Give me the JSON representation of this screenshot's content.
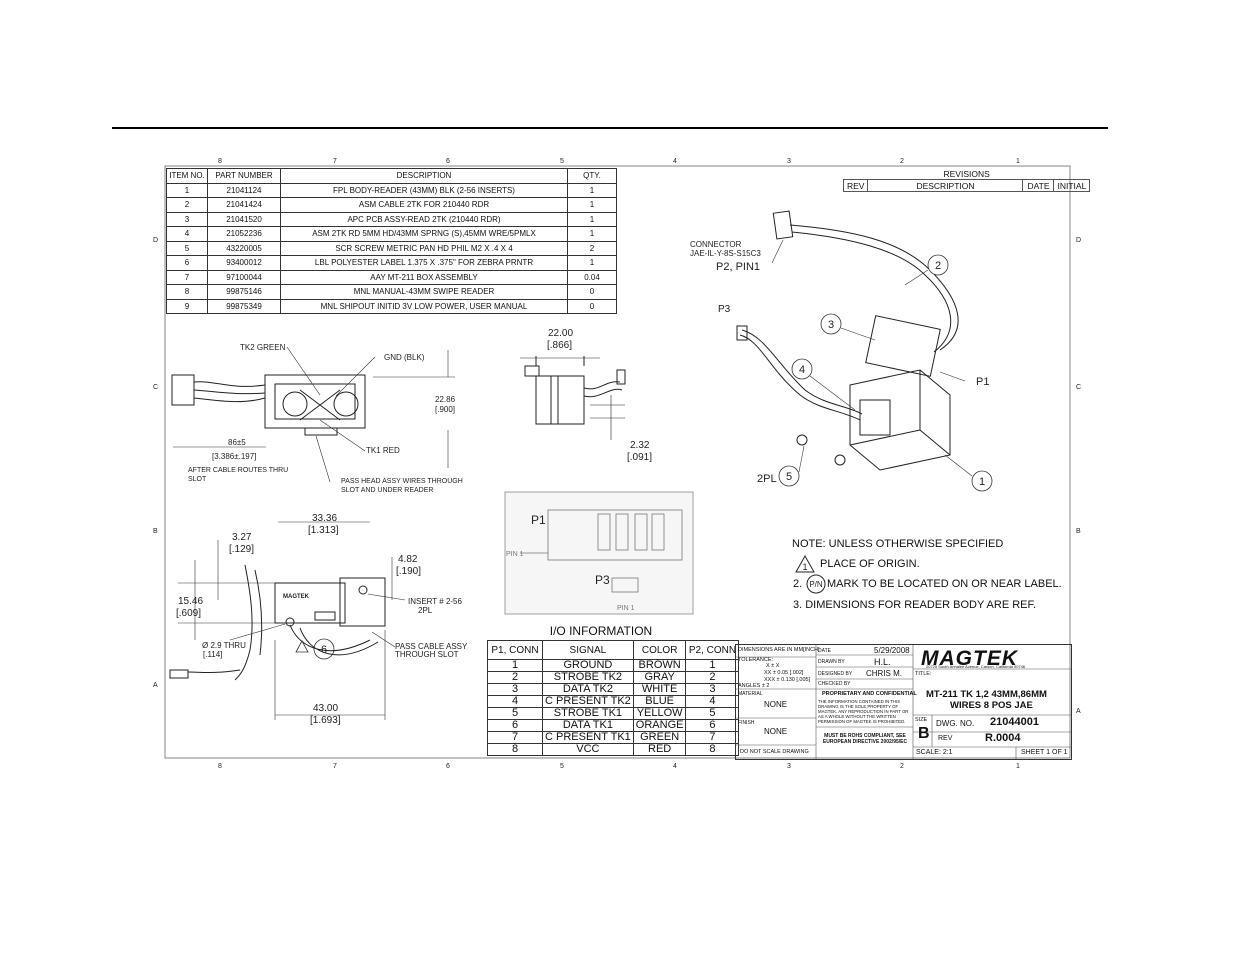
{
  "border": {
    "top_zones": [
      "8",
      "7",
      "6",
      "5",
      "4",
      "3",
      "2",
      "1"
    ],
    "bottom_zones": [
      "8",
      "7",
      "6",
      "5",
      "4",
      "3",
      "2",
      "1"
    ],
    "side_zones": [
      "D",
      "C",
      "B",
      "A"
    ]
  },
  "bom": {
    "headers": [
      "ITEM NO.",
      "PART NUMBER",
      "DESCRIPTION",
      "QTY."
    ],
    "rows": [
      [
        "1",
        "21041124",
        "FPL BODY-READER (43MM) BLK (2-56 INSERTS)",
        "1"
      ],
      [
        "2",
        "21041424",
        "ASM CABLE 2TK FOR 210440 RDR",
        "1"
      ],
      [
        "3",
        "21041520",
        "APC PCB ASSY-READ 2TK (210440 RDR)",
        "1"
      ],
      [
        "4",
        "21052236",
        "ASM 2TK RD 5MM HD/43MM SPRNG (S),45MM WRE/5PMLX",
        "1"
      ],
      [
        "5",
        "43220005",
        "SCR SCREW METRIC PAN HD PHIL M2 X .4 X 4",
        "2"
      ],
      [
        "6",
        "93400012",
        "LBL POLYESTER LABEL 1.375 X .375\" FOR ZEBRA PRNTR",
        "1"
      ],
      [
        "7",
        "97100044",
        "AAY MT-211 BOX ASSEMBLY",
        "0.04"
      ],
      [
        "8",
        "99875146",
        "MNL MANUAL-43MM SWIPE READER",
        "0"
      ],
      [
        "9",
        "99875349",
        "MNL SHIPOUT INITID 3V LOW POWER, USER MANUAL",
        "0"
      ]
    ]
  },
  "revisions": {
    "title": "REVISIONS",
    "headers": [
      "REV",
      "DESCRIPTION",
      "DATE",
      "INITIAL"
    ]
  },
  "labels": {
    "tk2_green": "TK2 GREEN",
    "gnd": "GND (BLK)",
    "tk1_red": "TK1 RED",
    "dim_22_86": "22.86",
    "dim_22_86_in": "[.900]",
    "dim_86": "86±5",
    "dim_86_in": "[3.386±.197]",
    "after_cable": "AFTER CABLE ROUTES THRU",
    "after_cable2": "SLOT",
    "pass_head": "PASS HEAD ASSY WIRES THROUGH",
    "pass_head2": "SLOT AND UNDER READER",
    "dim_22_00": "22.00",
    "dim_22_00_in": "[.866]",
    "dim_2_32": "2.32",
    "dim_2_32_in": "[.091]",
    "connector": "CONNECTOR",
    "connector_pn": "JAE-IL-Y-8S-S15C3",
    "p2_pin1": "P2, PIN1",
    "p3": "P3",
    "p1": "P1",
    "twopl": "2PL",
    "dim_3_27": "3.27",
    "dim_3_27_in": "[.129]",
    "dim_33_36": "33.36",
    "dim_33_36_in": "[1.313]",
    "dim_4_82": "4.82",
    "dim_4_82_in": "[.190]",
    "dim_15_46": "15.46",
    "dim_15_46_in": "[.609]",
    "insert": "INSERT # 2-56",
    "insert2": "2PL",
    "thru": "Ø 2.9 THRU",
    "thru_in": "[.114]",
    "pass_cable": "PASS CABLE ASSY",
    "pass_cable2": "THROUGH SLOT",
    "dim_43_00": "43.00",
    "dim_43_00_in": "[1.693]",
    "magtek_small": "MAGTEK",
    "pin1_a": "PIN 1",
    "pin1_b": "PIN 1",
    "inset_p1": "P1",
    "inset_p3": "P3"
  },
  "balloons": [
    "1",
    "2",
    "3",
    "4",
    "5",
    "6"
  ],
  "io": {
    "title": "I/O INFORMATION",
    "headers": [
      "P1, CONN",
      "SIGNAL",
      "COLOR",
      "P2, CONN"
    ],
    "rows": [
      [
        "1",
        "GROUND",
        "BROWN",
        "1"
      ],
      [
        "2",
        "STROBE TK2",
        "GRAY",
        "2"
      ],
      [
        "3",
        "DATA TK2",
        "WHITE",
        "3"
      ],
      [
        "4",
        "C PRESENT TK2",
        "BLUE",
        "4"
      ],
      [
        "5",
        "STROBE TK1",
        "YELLOW",
        "5"
      ],
      [
        "6",
        "DATA TK1",
        "ORANGE",
        "6"
      ],
      [
        "7",
        "C PRESENT TK1",
        "GREEN",
        "7"
      ],
      [
        "8",
        "VCC",
        "RED",
        "8"
      ]
    ]
  },
  "notes": {
    "title": "NOTE: UNLESS OTHERWISE SPECIFIED",
    "n1": "PLACE OF ORIGIN.",
    "n1_mark": "1",
    "n2_num": "2.",
    "n2_mark": "P/N",
    "n2": "MARK TO BE LOCATED ON OR NEAR LABEL.",
    "n3": "3.  DIMENSIONS FOR READER BODY ARE REF."
  },
  "title_block": {
    "dims_unit": "DIMENSIONS ARE IN MM[INCH]",
    "tolerance": "TOLERANCE:",
    "tol_x": "X    ± X",
    "tol_xx": "XX   ± 0.05 [.002]",
    "tol_xxx": "XXX  ± 0.130 [.005]",
    "tol_ang": "ANGLES  ± 2",
    "material": "MATERIAL",
    "material_val": "NONE",
    "finish": "FINISH",
    "finish_val": "NONE",
    "do_not_scale": "DO NOT SCALE DRAWING",
    "date_label": "DATE",
    "date_val": "5/29/2008",
    "drawn_label": "DRAWN BY",
    "drawn_val": "H.L.",
    "designed_label": "DESIGNED BY",
    "designed_val": "CHRIS M.",
    "checked_label": "CHECKED BY",
    "prop_title": "PROPRIETARY AND CONFIDENTIAL",
    "prop_text": "THE INFORMATION CONTAINED IN THIS DRAWING IS THE SOLE PROPERTY OF MAGTEK. ANY REPRODUCTION IN PART OR AS A WHOLE WITHOUT THE WRITTEN PERMISSION OF MAGTEK IS PROHIBITED.",
    "rohs": "MUST BE ROHS COMPLIANT, SEE EUROPEAN DIRECTIVE 2002/95/EC",
    "logo": "MAGTEK",
    "address": "20725 South Annalee Avenue, Carson, California 90746",
    "title_label": "TITLE:",
    "title_l1": "MT-211 TK 1,2 43MM,86MM",
    "title_l2": "WIRES 8 POS JAE",
    "size_label": "SIZE",
    "size_val": "B",
    "dwg_label": "DWG.  NO.",
    "dwg_val": "21044001",
    "rev_label": "REV",
    "rev_val": "R.0004",
    "scale": "SCALE: 2:1",
    "sheet": "SHEET 1 OF 1"
  }
}
